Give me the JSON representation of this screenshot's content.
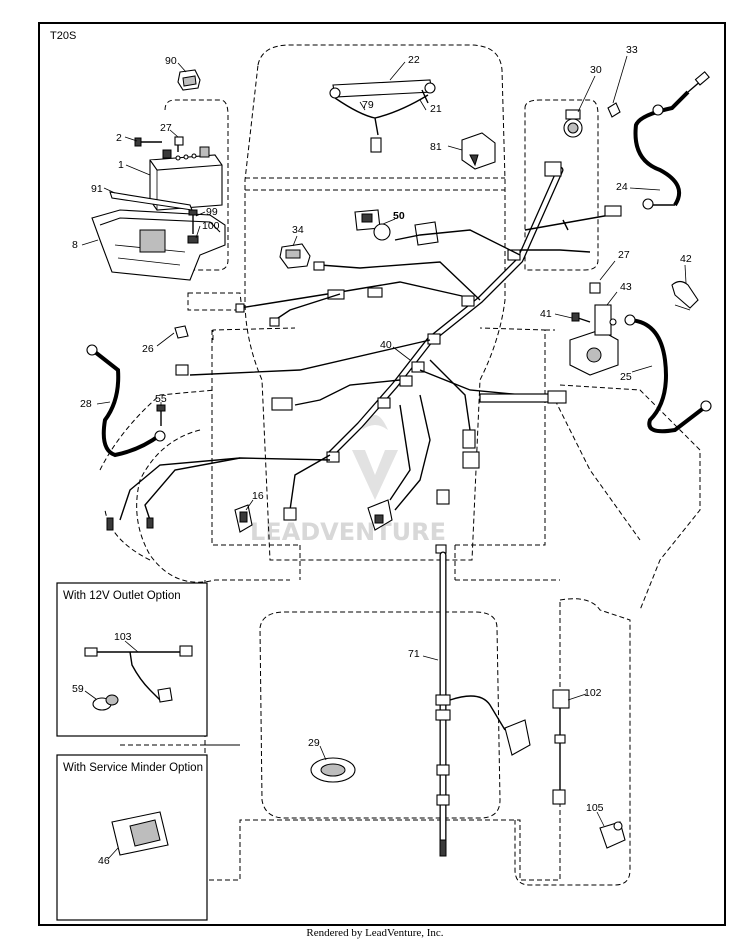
{
  "model_code": "T20S",
  "footer_text": "Rendered by LeadVenture, Inc.",
  "watermark_text": "LEADVENTURE",
  "insets": [
    {
      "title": "With 12V Outlet Option"
    },
    {
      "title": "With Service Minder Option"
    }
  ],
  "part_labels": {
    "p90": "90",
    "p2": "2",
    "p27a": "27",
    "p1": "1",
    "p91": "91",
    "p99": "99",
    "p100": "100",
    "p8": "8",
    "p22": "22",
    "p79": "79",
    "p21": "21",
    "p81": "81",
    "p30": "30",
    "p33": "33",
    "p24": "24",
    "p34": "34",
    "p50": "50",
    "p27b": "27",
    "p42": "42",
    "p41": "41",
    "p43": "43",
    "p26": "26",
    "p40": "40",
    "p25": "25",
    "p28": "28",
    "p55": "55",
    "p16": "16",
    "p103": "103",
    "p59": "59",
    "p71": "71",
    "p102": "102",
    "p29": "29",
    "p46": "46",
    "p105": "105"
  }
}
